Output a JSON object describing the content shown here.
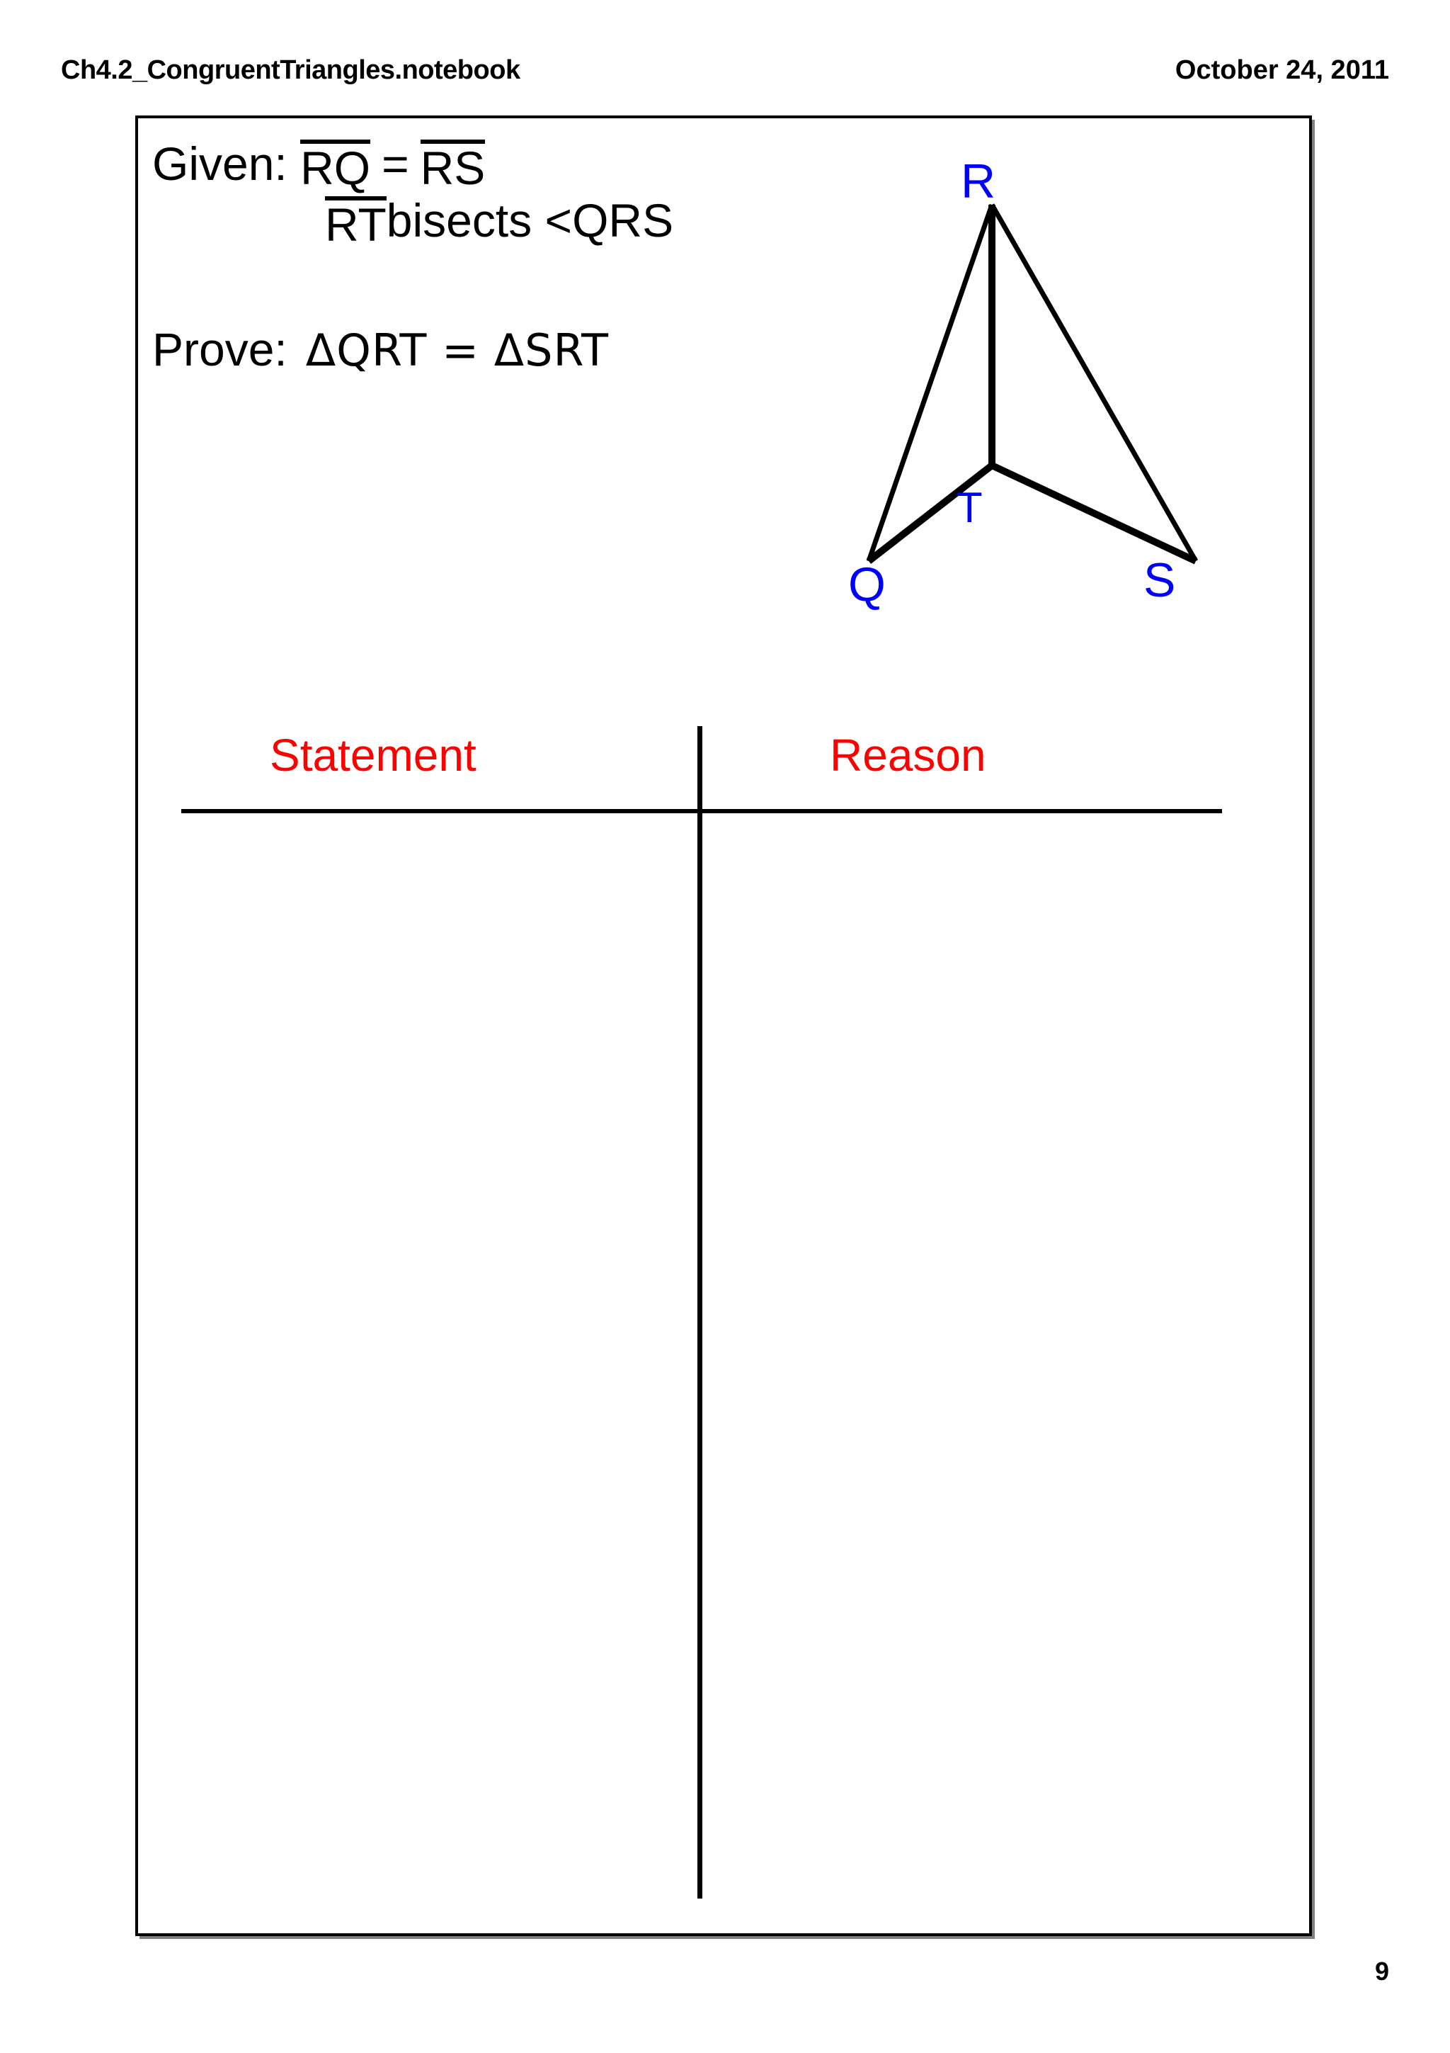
{
  "header": {
    "document_title": "Ch4.2_CongruentTriangles.notebook",
    "date": "October 24, 2011"
  },
  "slide": {
    "given": {
      "label": "Given:",
      "line1": {
        "segment_a": "RQ",
        "equals": "=",
        "segment_b": "RS"
      },
      "line2": {
        "segment": "RT",
        "text": " bisects <QRS"
      }
    },
    "prove": {
      "label": "Prove:",
      "expression": "ΔQRT = ΔSRT"
    },
    "diagram": {
      "vertex_R": "R",
      "vertex_T": "T",
      "vertex_Q": "Q",
      "vertex_S": "S",
      "line_color": "#000000",
      "label_color": "#0000ff"
    },
    "proof_table": {
      "columns": [
        "Statement",
        "Reason"
      ],
      "header_color": "#ff0000",
      "rows": []
    }
  },
  "footer": {
    "page_number": "9"
  }
}
